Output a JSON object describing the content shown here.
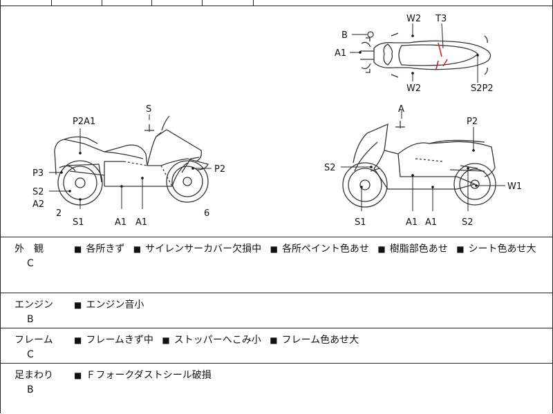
{
  "diagram": {
    "side_left": {
      "labels": [
        "S",
        "P2A1",
        "P3",
        "S2",
        "A2",
        "2",
        "S1",
        "A1",
        "A1",
        "P2",
        "6"
      ]
    },
    "top_view": {
      "labels": [
        "B",
        "W2",
        "T3",
        "A1",
        "W2",
        "S2P2"
      ]
    },
    "side_right": {
      "labels": [
        "A",
        "P2",
        "S2",
        "W1",
        "S1",
        "A1",
        "A1",
        "S2"
      ]
    }
  },
  "sections": [
    {
      "label": "外　観",
      "grade": "C",
      "items": [
        "各所きず",
        "サイレンサーカバー欠損中",
        "各所ペイント色あせ",
        "樹脂部色あせ",
        "シート色あせ大"
      ]
    },
    {
      "label": "エンジン",
      "grade": "B",
      "items": [
        "エンジン音小"
      ]
    },
    {
      "label": "フレーム",
      "grade": "C",
      "items": [
        "フレームきず中",
        "ストッパーへこみ小",
        "フレーム色あせ大"
      ]
    },
    {
      "label": "足まわり",
      "grade": "B",
      "items": [
        "Ｆフォークダストシール破損"
      ]
    }
  ],
  "bullet_glyph": "■",
  "colors": {
    "line": "#222222",
    "marker": "#d0202a"
  }
}
